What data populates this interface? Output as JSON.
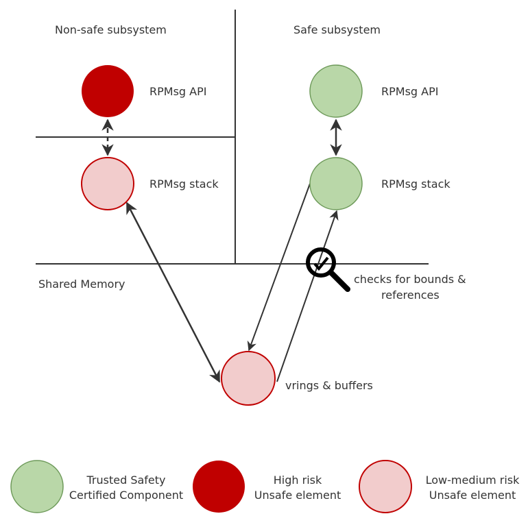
{
  "regions": {
    "non_safe": "Non-safe subsystem",
    "safe": "Safe subsystem",
    "shared": "Shared Memory"
  },
  "nodes": {
    "ns_api": "RPMsg API",
    "ns_stack": "RPMsg stack",
    "s_api": "RPMsg API",
    "s_stack": "RPMsg stack",
    "vrings": "vrings & buffers"
  },
  "check": {
    "line1": "checks for bounds &",
    "line2": "references",
    "icon": "magnifier-check-icon"
  },
  "legend": [
    {
      "line1": "Trusted Safety",
      "line2": "Certified Component",
      "color": "#b9d7a8"
    },
    {
      "line1": "High risk",
      "line2": "Unsafe element",
      "color": "#c00000"
    },
    {
      "line1": "Low-medium risk",
      "line2": "Unsafe element",
      "color": "#f2cccc"
    }
  ],
  "colors": {
    "green_fill": "#b9d7a8",
    "green_stroke": "#6e9a5a",
    "red": "#c00000",
    "pink": "#f2cccc",
    "line": "#333333"
  }
}
